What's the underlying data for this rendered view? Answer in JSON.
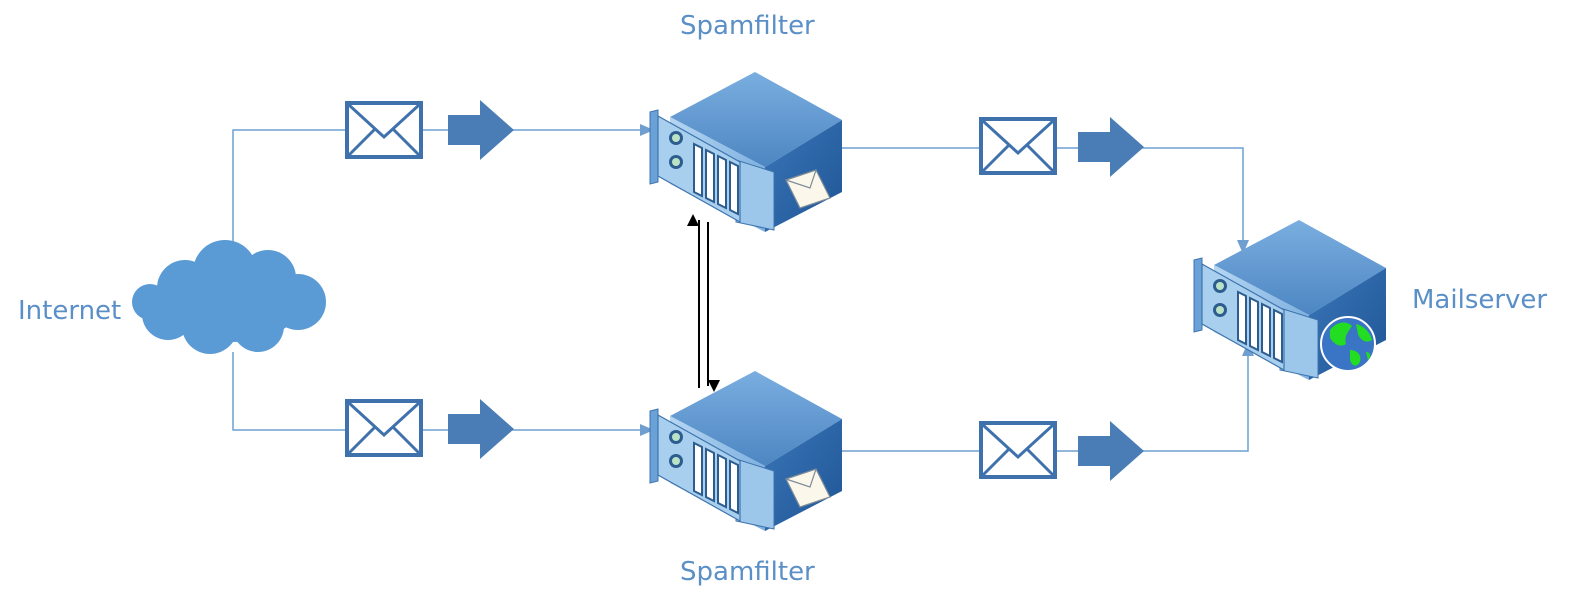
{
  "labels": {
    "internet": "Internet",
    "spamfilter_top": "Spamfilter",
    "spamfilter_bottom": "Spamfilter",
    "mailserver": "Mailserver"
  },
  "colors": {
    "line": "#6f9fd0",
    "cloud": "#5b9bd5",
    "arrow": "#4a7db5",
    "envelope": "#3f72ad",
    "label": "#5b8fc7",
    "server_top": "#5a8fc6",
    "server_side": "#2f66a6",
    "server_front": "#8ab8e4",
    "globe_land": "#22dd22",
    "globe_sea": "#3a74c4"
  },
  "icons": {
    "cloud": "cloud-icon",
    "server": "server-icon",
    "envelope": "envelope-icon",
    "arrow": "right-arrow-icon",
    "globe": "globe-icon"
  }
}
